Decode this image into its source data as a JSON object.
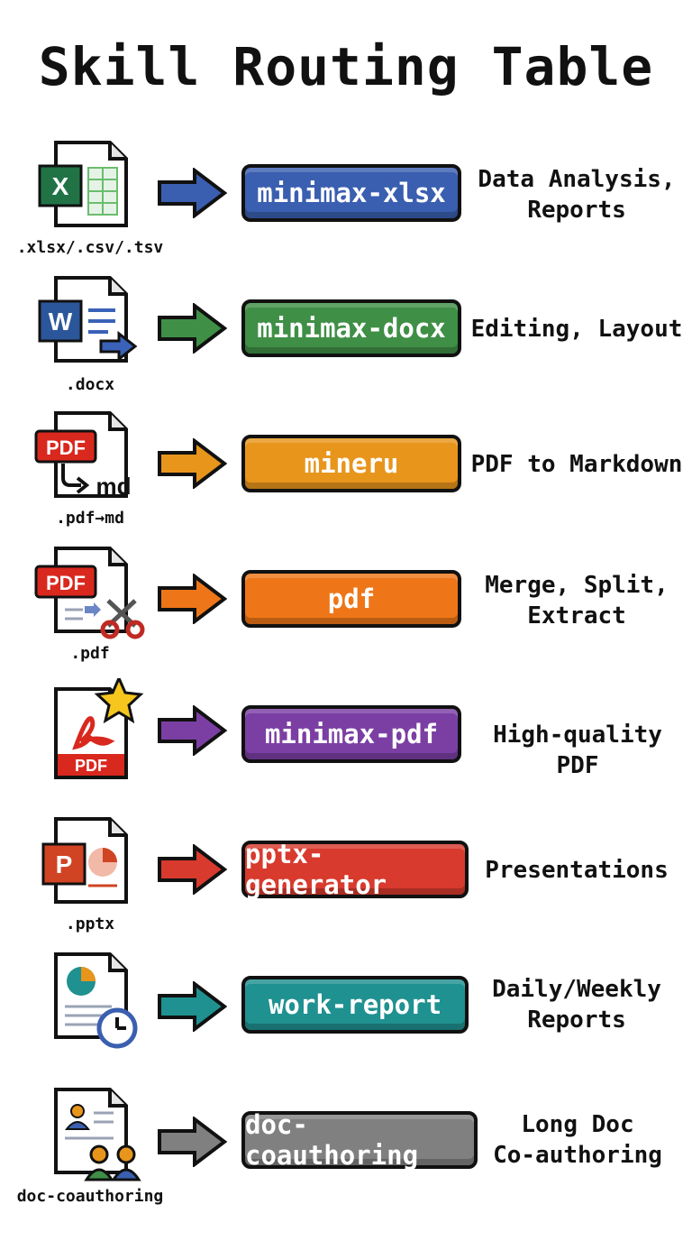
{
  "title": "Skill Routing Table",
  "rows": [
    {
      "ext": ".xlsx/.csv/.tsv",
      "icon": "excel-file-icon",
      "skill": "minimax-xlsx",
      "color": "#3a5fb0",
      "desc": "Data Analysis,\nReports"
    },
    {
      "ext": ".docx",
      "icon": "word-file-icon",
      "skill": "minimax-docx",
      "color": "#3f8f46",
      "desc": "Editing, Layout"
    },
    {
      "ext": ".pdf→md",
      "icon": "pdf-to-markdown-icon",
      "skill": "mineru",
      "color": "#e8951c",
      "desc": "PDF to Markdown"
    },
    {
      "ext": ".pdf",
      "icon": "pdf-scissors-icon",
      "skill": "pdf",
      "color": "#ee7618",
      "desc": "Merge, Split,\nExtract"
    },
    {
      "ext": "",
      "icon": "pdf-star-icon",
      "skill": "minimax-pdf",
      "color": "#7b3fa4",
      "desc": "High-quality PDF"
    },
    {
      "ext": ".pptx",
      "icon": "powerpoint-file-icon",
      "skill": "pptx-generator",
      "color": "#d83a2e",
      "desc": "Presentations"
    },
    {
      "ext": "",
      "icon": "report-clock-icon",
      "skill": "work-report",
      "color": "#1f9190",
      "desc": "Daily/Weekly\nReports"
    },
    {
      "ext": "doc-coauthoring",
      "icon": "doc-users-icon",
      "skill": "doc-coauthoring",
      "color": "#808080",
      "desc": "Long Doc\nCo-authoring"
    }
  ]
}
